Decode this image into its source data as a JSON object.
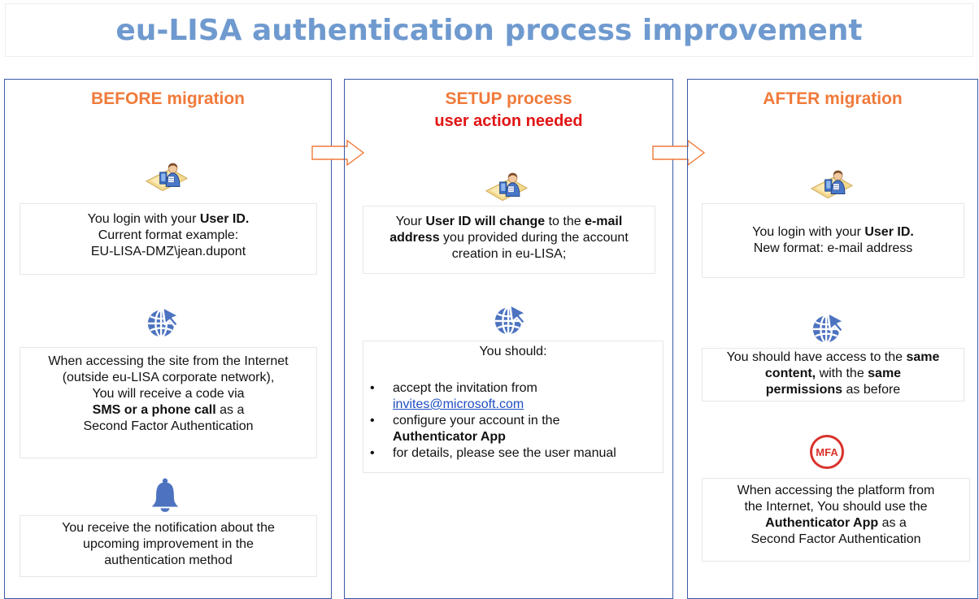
{
  "title": "eu-LISA authentication process improvement",
  "before": {
    "heading": "BEFORE migration",
    "login": {
      "prefix": "You login with your ",
      "bold": "User ID.",
      "line2": "Current format example:",
      "line3": "EU-LISA-DMZ\\jean.dupont"
    },
    "internet": {
      "line1": "When accessing the site from the Internet",
      "line2": "(outside eu-LISA corporate network),",
      "line3": "You will receive a code via",
      "bold": "SMS or a phone call",
      "line4_suffix": " as a",
      "line5": "Second Factor Authentication"
    },
    "notification": {
      "line1": "You receive the notification about the",
      "line2": "upcoming improvement in the",
      "line3": "authentication method"
    }
  },
  "setup": {
    "heading": "SETUP process",
    "subheading": "user action needed",
    "userid": {
      "p1": "Your ",
      "b1": "User ID will change",
      "p2": " to the ",
      "b2": "e-mail",
      "b3": "address",
      "p3": " you provided during the account",
      "line3": "creation in eu-LISA;"
    },
    "should": {
      "intro": "You should:",
      "bullet1_text": "accept the invitation from",
      "bullet1_link": "invites@microsoft.com",
      "bullet2_text": "configure your account in the",
      "bullet2_bold": "Authenticator App",
      "bullet3_text": "for details, please see the user manual"
    }
  },
  "after": {
    "heading": "AFTER migration",
    "login": {
      "prefix": "You login with your ",
      "bold": "User ID.",
      "line2": "New format: e-mail address"
    },
    "access": {
      "p1": "You should have access to the ",
      "b1": "same",
      "b2": "content,",
      "p2": " with the ",
      "b3": "same",
      "b4": "permissions",
      "p3": " as before"
    },
    "mfa_badge": "MFA",
    "platform": {
      "line1": "When accessing the platform from",
      "line2": "the Internet, You should use the",
      "bold": "Authenticator App",
      "line3_suffix": " as a",
      "line4": "Second Factor Authentication"
    }
  },
  "icons": {
    "user": "user-at-computer-icon",
    "globe": "globe-with-cursor-icon",
    "bell": "bell-icon",
    "mfa": "mfa-badge-icon",
    "arrow": "right-arrow-icon"
  },
  "colors": {
    "title": "#6f9acf",
    "heading": "#f07a3a",
    "alert": "#e21414",
    "frame": "#3a5aa5",
    "icon_blue": "#4d73c0",
    "link": "#1f4ec0",
    "mfa_red": "#d9332c"
  }
}
